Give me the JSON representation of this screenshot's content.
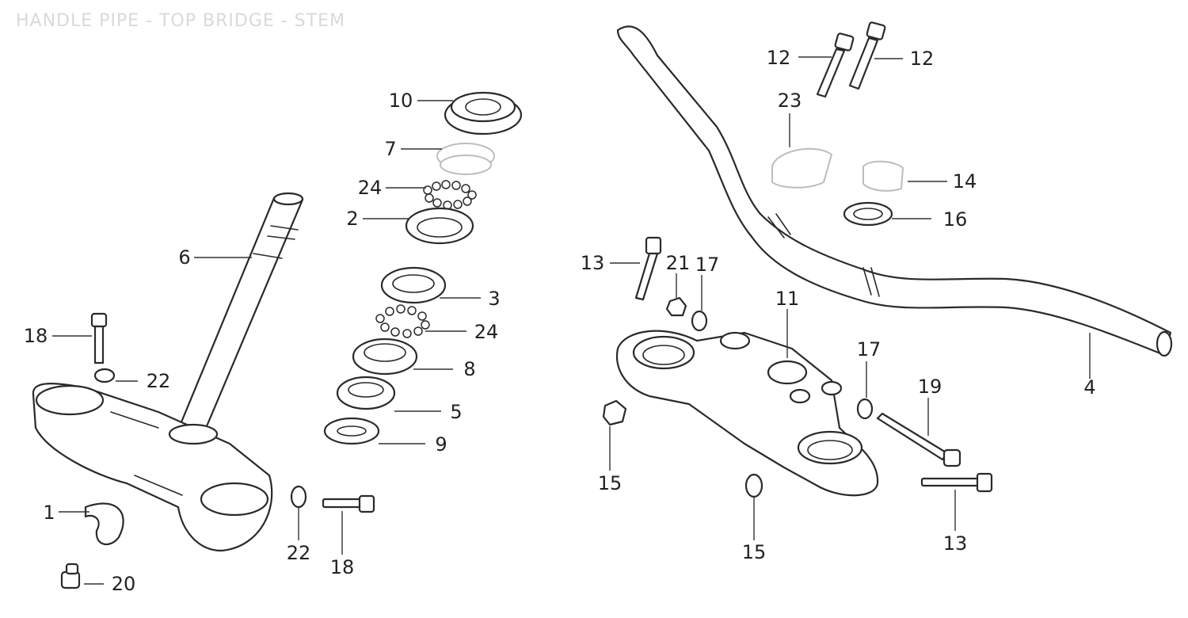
{
  "diagram": {
    "title": "HANDLE PIPE - TOP BRIDGE - STEM",
    "parts": {
      "p1": "1",
      "p2": "2",
      "p3": "3",
      "p4": "4",
      "p5": "5",
      "p6": "6",
      "p7": "7",
      "p8": "8",
      "p9": "9",
      "p10": "10",
      "p11": "11",
      "p12a": "12",
      "p12b": "12",
      "p13a": "13",
      "p13b": "13",
      "p14": "14",
      "p15a": "15",
      "p15b": "15",
      "p16": "16",
      "p17a": "17",
      "p17b": "17",
      "p18a": "18",
      "p18b": "18",
      "p19": "19",
      "p20": "20",
      "p21": "21",
      "p22a": "22",
      "p22b": "22",
      "p23": "23",
      "p24a": "24",
      "p24b": "24"
    }
  }
}
